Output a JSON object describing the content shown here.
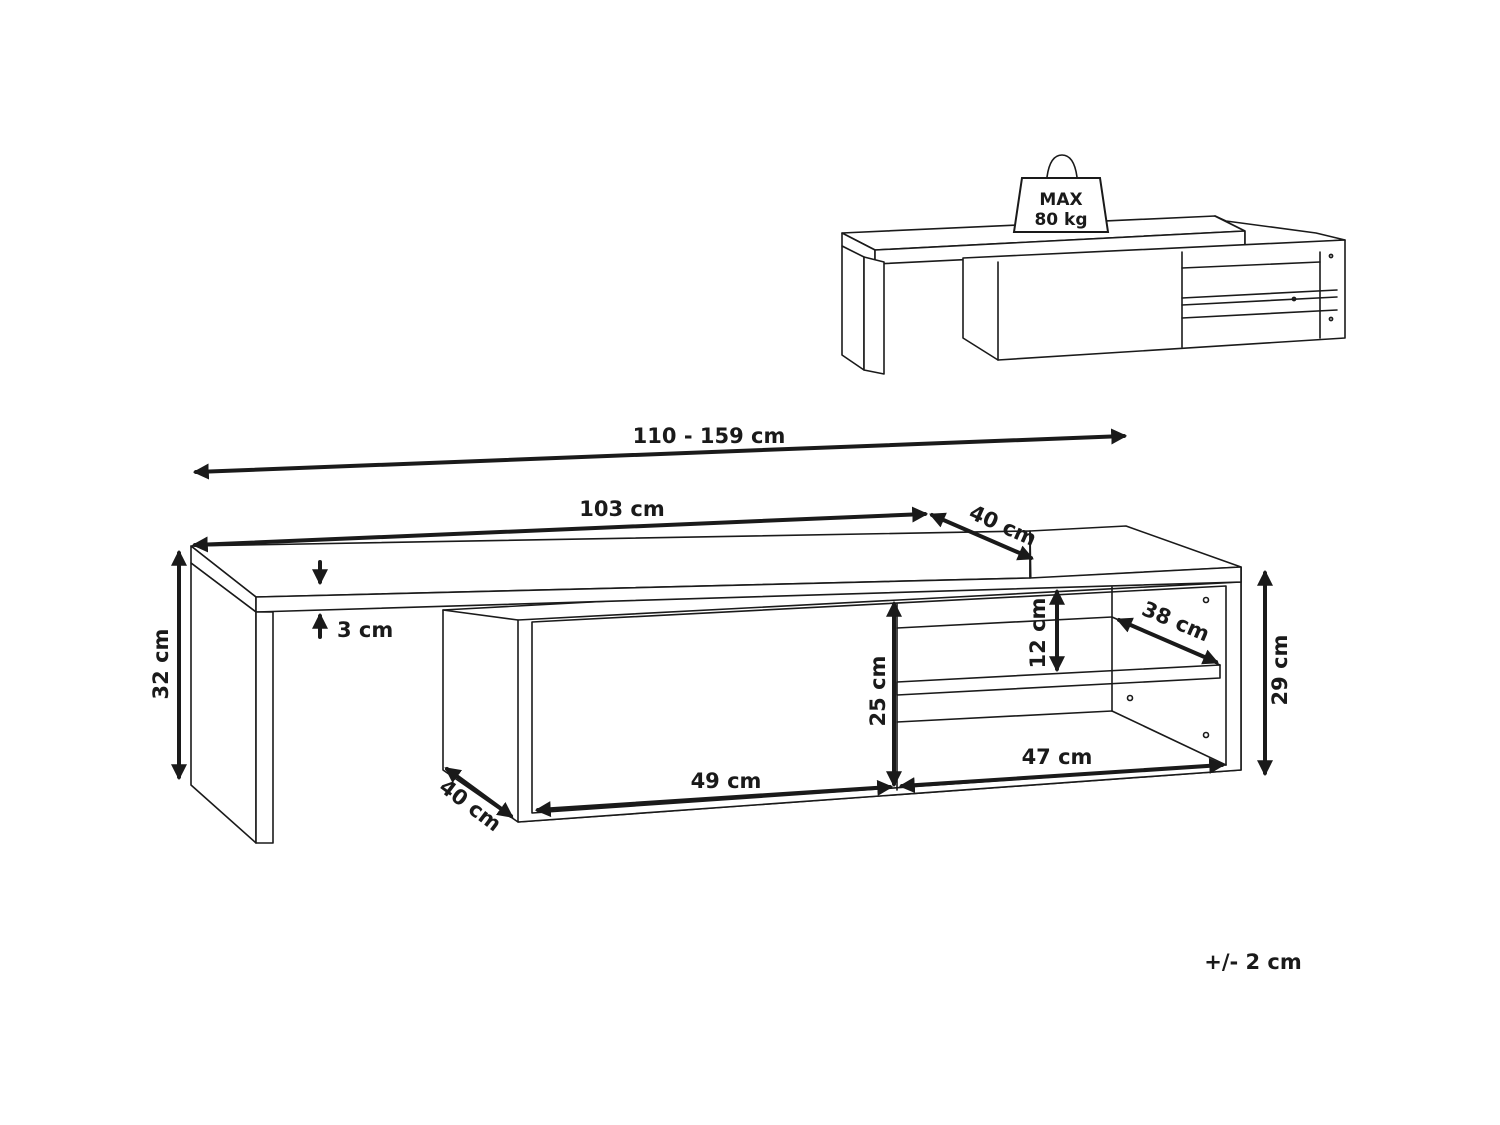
{
  "weight_badge": {
    "line1": "MAX",
    "line2": "80 kg"
  },
  "dimensions": {
    "total_length": "110 - 159 cm",
    "top_length": "103 cm",
    "top_depth": "40 cm",
    "top_thickness": "3 cm",
    "height_left": "32 cm",
    "height_right": "29 cm",
    "inner_height": "25 cm",
    "shelf_height": "12 cm",
    "shelf_depth": "38 cm",
    "base_depth": "40 cm",
    "drawer_width": "49 cm",
    "shelf_width": "47 cm"
  },
  "tolerance": "+/- 2 cm",
  "colors": {
    "line": "#1a1a1a",
    "background": "#ffffff"
  }
}
